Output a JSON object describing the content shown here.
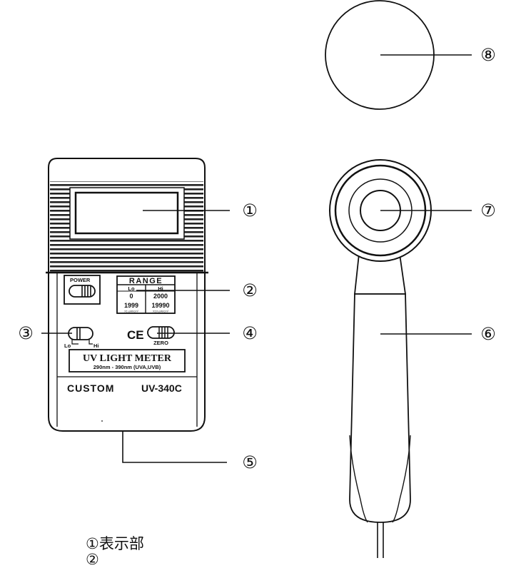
{
  "device": {
    "power_label": "POWER",
    "range_title": "RANGE",
    "range_lo": "Lo",
    "range_hi": "Hi",
    "range_lo_min": "0",
    "range_lo_max": "1999",
    "range_hi_min": "2000",
    "range_hi_max": "19990",
    "range_unit_lo": "X1 μW/cm²",
    "range_unit_hi": "X10 μW/cm²",
    "switch_lo": "Lo",
    "switch_hi": "Hi",
    "ce_mark": "CE",
    "zero_label": "ZERO",
    "product_name": "UV LIGHT METER",
    "spec": "290nm - 390nm (UVA,UVB)",
    "brand": "CUSTOM",
    "model": "UV-340C"
  },
  "callouts": {
    "c1": "①",
    "c2": "②",
    "c3": "③",
    "c4": "④",
    "c5": "⑤",
    "c6": "⑥",
    "c7": "⑦",
    "c8": "⑧"
  },
  "legend": {
    "item1": "①表示部",
    "item2": "②"
  },
  "colors": {
    "ink": "#111111",
    "body_fill": "#ffffff",
    "band_fill": "#e6e6e6"
  }
}
